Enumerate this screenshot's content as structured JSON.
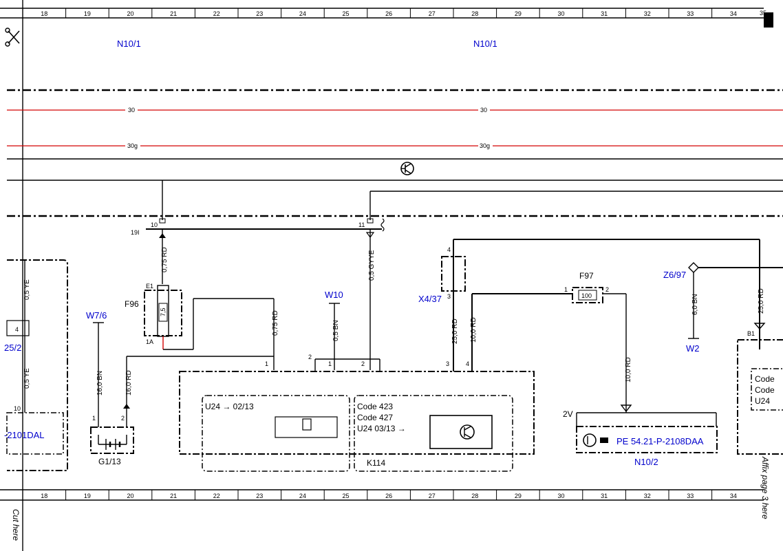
{
  "ruler": {
    "numbers": [
      "18",
      "19",
      "20",
      "21",
      "22",
      "23",
      "24",
      "25",
      "26",
      "27",
      "28",
      "29",
      "30",
      "31",
      "32",
      "33",
      "34"
    ],
    "corner_number": "35"
  },
  "buses": {
    "n10_1_left": "N10/1",
    "n10_1_right": "N10/1",
    "t30": "30",
    "t30g": "30g"
  },
  "connectors": {
    "pin_10": "10",
    "pin_11": "11",
    "ground_19i": "19I"
  },
  "components": {
    "f96": {
      "name": "F96",
      "pin_e1": "E1",
      "pin_1a": "1A",
      "rating": "7,5"
    },
    "w7_6": "W7/6",
    "w10": "W10",
    "x4_37": {
      "name": "X4/37",
      "pin_4": "4",
      "pin_3": "3"
    },
    "f97": {
      "name": "F97",
      "pin_1": "1",
      "pin_2": "2",
      "rating": "100"
    },
    "z6_97": "Z6/97",
    "w2": "W2",
    "g1_13": {
      "name": "G1/13",
      "pin_1": "1",
      "pin_2": "2"
    },
    "k114": {
      "name": "K114",
      "pins": [
        "1",
        "2",
        "1",
        "2",
        "3",
        "4"
      ],
      "left_box": "U24 → 02/13",
      "right_box_lines": [
        "Code 423",
        "Code 427",
        "U24 03/13 →"
      ]
    },
    "n10_2": {
      "name": "N10/2",
      "ref": "PE 54.21-P-2108DAA",
      "pin_label": "2V"
    },
    "left_partial": {
      "pin_4": "4",
      "pin_10": "10",
      "ref": "-2101DAL",
      "name": "25/2"
    },
    "right_partial": {
      "pin": "B1",
      "lines": [
        "Code",
        "Code",
        "U24"
      ]
    }
  },
  "wires": {
    "w_075rd_a": "0,75 RD",
    "w_05gyye": "0,5 GYYE",
    "w_075rd_b": "0,75 RD",
    "w_05bn": "0,5 BN",
    "w_25rd_a": "25,0 RD",
    "w_10rd_a": "10,0 RD",
    "w_10rd_b": "10,0 RD",
    "w_6bn": "6,0 BN",
    "w_25rd_b": "25,0 RD",
    "w_16bn": "16,0 BN",
    "w_16rd": "16,0 RD",
    "w_05ye_a": "0,5 YE",
    "w_05ye_b": "0,5 YE"
  },
  "margin_text": {
    "cut_here": "Cut here",
    "affix": "Affix page 3 here"
  }
}
